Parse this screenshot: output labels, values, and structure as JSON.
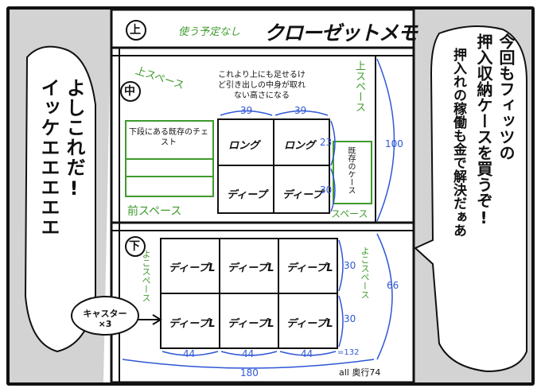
{
  "closet_memo": {
    "title": "クローゼットメモ",
    "top_section": {
      "marker": "上",
      "note": "使う予定なし"
    },
    "middle_section": {
      "marker": "中",
      "note": "これより上にも足せるけど引き出しの中身が取れない高さになる",
      "upper_space": "上スペース",
      "front_space": "前スペース",
      "right_upper_space": "上スペース",
      "right_space": "スペース",
      "existing_chest": "下段にある既存のチェスト",
      "existing_case": "既存のケース",
      "cases": [
        "ロング",
        "ロング",
        "ディープ",
        "ディープ"
      ],
      "dims": {
        "col1": "39",
        "col2": "39",
        "d1": "23",
        "d2": "30",
        "height": "100"
      }
    },
    "bottom_section": {
      "marker": "下",
      "side_space": "よこスペース",
      "right_space": "よこスペース",
      "cases": [
        "ディープL",
        "ディープL",
        "ディープL",
        "ディープL",
        "ディープL",
        "ディープL"
      ],
      "dims": {
        "row1": "30",
        "row2": "30",
        "height": "66",
        "w1": "44",
        "w2": "44",
        "w3": "44",
        "total": "=132",
        "width": "180"
      },
      "caster": "キャスター×3",
      "depth_note": "all 奥行74"
    }
  },
  "speech": {
    "left": [
      "よしこれだ!",
      "イッケエエエエエ"
    ],
    "right": [
      "今回もフィッツの",
      "押入収納ケースを買うぞ!",
      "押入れの稼働も金で解決だぁあ"
    ]
  }
}
